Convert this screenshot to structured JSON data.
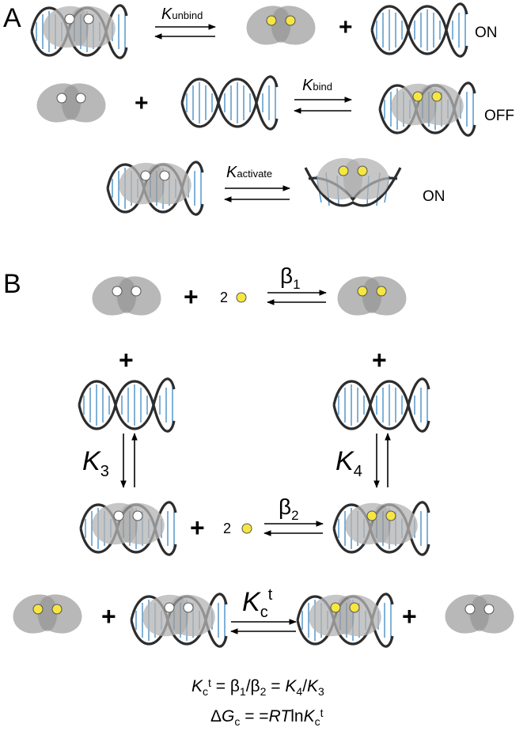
{
  "panel_a": {
    "label": "A",
    "reactions": [
      {
        "constant": {
          "main": "K",
          "sub": "unbind"
        },
        "state": "ON"
      },
      {
        "constant": {
          "main": "K",
          "sub": "bind"
        },
        "state": "OFF"
      },
      {
        "constant": {
          "main": "K",
          "sub": "activate"
        },
        "state": "ON"
      }
    ]
  },
  "panel_b": {
    "label": "B",
    "plus": "+",
    "coefficient": "2",
    "beta1": {
      "main": "β",
      "sub": "1"
    },
    "beta2": {
      "main": "β",
      "sub": "2"
    },
    "k3": {
      "main": "K",
      "sub": "3"
    },
    "k4": {
      "main": "K",
      "sub": "4"
    }
  },
  "competition": {
    "constant": {
      "main": "K",
      "sub": "c",
      "sup": "t"
    }
  },
  "equations": {
    "line1": {
      "k": "K",
      "c": "c",
      "t": "t",
      "rest": " = β",
      "b1": "1",
      "slash": "/β",
      "b2": "2",
      "eq": " = ",
      "k4": "K",
      "s4": "4",
      "div": "/",
      "k3": "K",
      "s3": "3"
    },
    "line2": {
      "delta": "Δ",
      "g": "G",
      "c": "c",
      "eq": " = =",
      "rt": "RT",
      "ln": "ln",
      "k": "K",
      "kc": "c",
      "kt": "t"
    }
  },
  "colors": {
    "protein": "#b4b4b4",
    "protein_overlap": "#969696",
    "ion": "#f5e642",
    "dna_strand": "#2d2d2d",
    "base_pair": "#4a90c8"
  }
}
